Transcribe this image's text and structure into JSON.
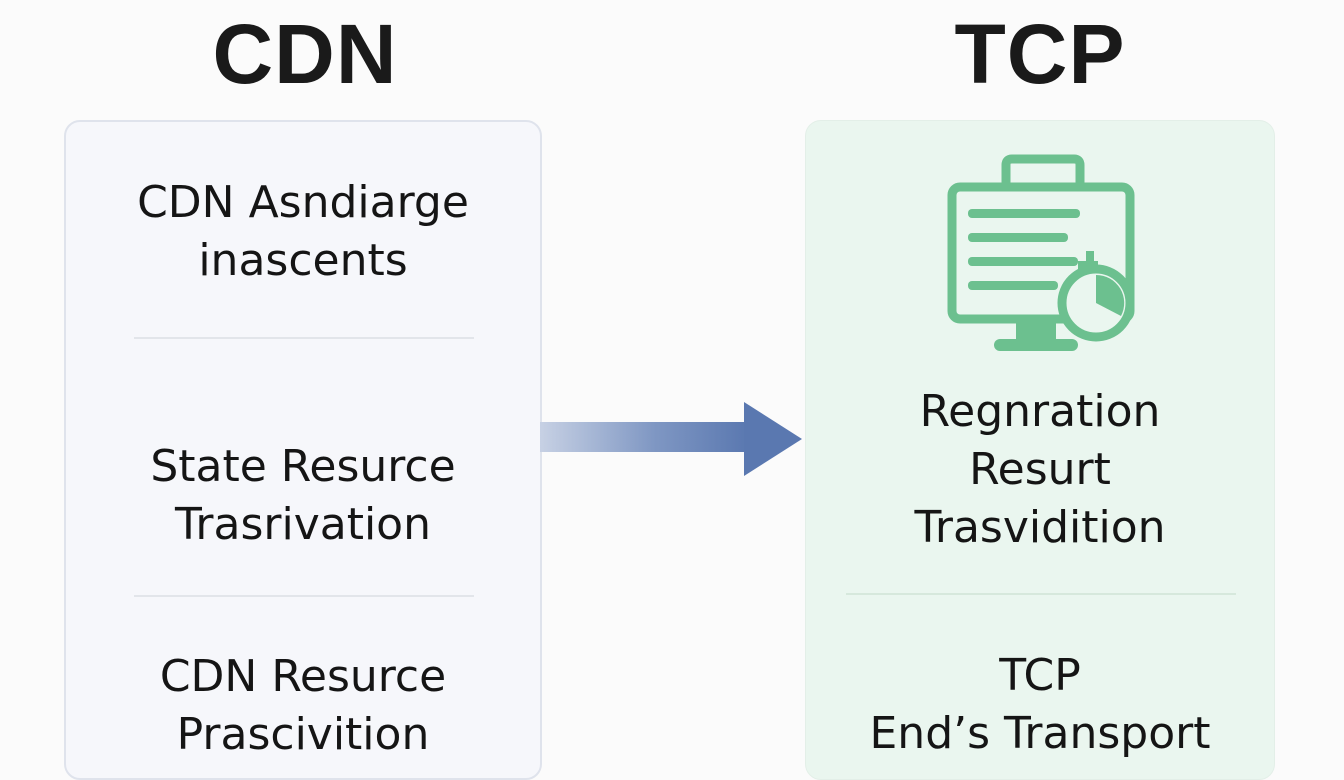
{
  "left": {
    "title": "CDN",
    "items": [
      {
        "line1": "CDN Asndiarge",
        "line2": "inascents"
      },
      {
        "line1": "State Resurce",
        "line2": "Trasrivation"
      },
      {
        "line1": "CDN Resurce",
        "line2": "Prascivition"
      }
    ]
  },
  "right": {
    "title": "TCP",
    "icon": "monitor-report-icon",
    "items": [
      {
        "line1": "Regnration",
        "line2": "Resurt",
        "line3": "Trasvidition"
      },
      {
        "line1": "TCP",
        "line2": "End’s Transport"
      }
    ]
  },
  "colors": {
    "arrow": "#5a78b0",
    "icon": "#6cc08f",
    "tcp_panel": "#eaf6ef",
    "cdn_panel": "#f6f7fb"
  }
}
